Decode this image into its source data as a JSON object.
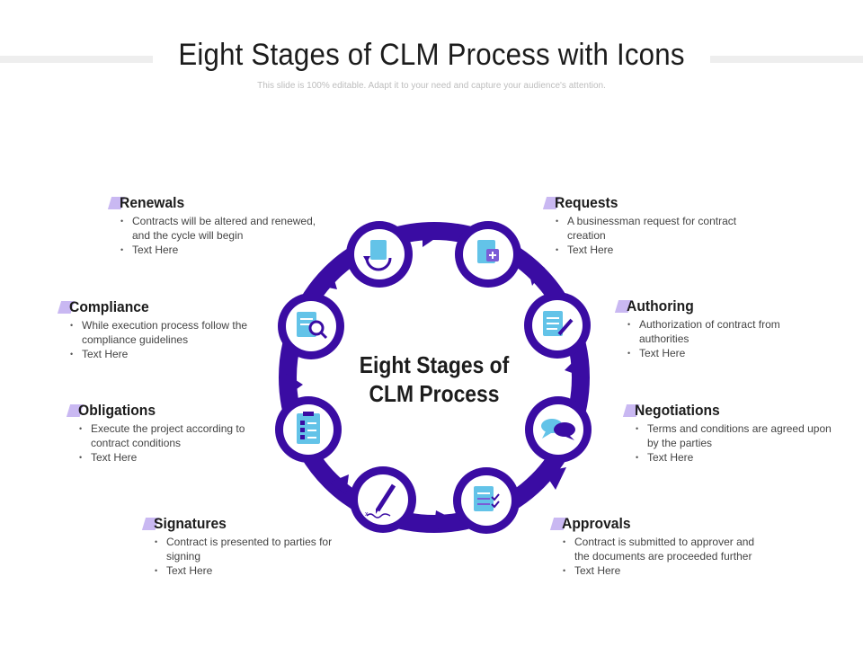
{
  "title": "Eight Stages of CLM Process with Icons",
  "subtitle": "This slide is 100% editable. Adapt it to your need and capture your audience's attention.",
  "center_label_line1": "Eight Stages of",
  "center_label_line2": "CLM Process",
  "colors": {
    "ring": "#3a0ca3",
    "ring_dark": "#2b0a7a",
    "accent_tab": "#c9b8f2",
    "icon_blue": "#63c3e8",
    "icon_purple": "#7b5cd6"
  },
  "stages": [
    {
      "key": "renewals",
      "title": "Renewals",
      "bullets": [
        "Contracts will be altered and renewed, and the cycle will begin",
        "Text Here"
      ],
      "icon": "document-refresh-icon"
    },
    {
      "key": "requests",
      "title": "Requests",
      "bullets": [
        "A businessman request for contract creation",
        "Text Here"
      ],
      "icon": "document-plus-icon"
    },
    {
      "key": "compliance",
      "title": "Compliance",
      "bullets": [
        "While execution process follow the compliance guidelines",
        "Text Here"
      ],
      "icon": "document-search-icon"
    },
    {
      "key": "authoring",
      "title": "Authoring",
      "bullets": [
        "Authorization of contract from authorities",
        "Text Here"
      ],
      "icon": "document-pen-icon"
    },
    {
      "key": "obligations",
      "title": "Obligations",
      "bullets": [
        "Execute the project according to contract conditions",
        "Text Here"
      ],
      "icon": "checklist-icon"
    },
    {
      "key": "negotiations",
      "title": "Negotiations",
      "bullets": [
        "Terms and conditions are agreed upon by the parties",
        "Text Here"
      ],
      "icon": "speech-bubbles-icon"
    },
    {
      "key": "signatures",
      "title": "Signatures",
      "bullets": [
        "Contract is presented to parties for signing",
        "Text Here"
      ],
      "icon": "pen-signature-icon"
    },
    {
      "key": "approvals",
      "title": "Approvals",
      "bullets": [
        "Contract is submitted to approver and the documents are proceeded further",
        "Text Here"
      ],
      "icon": "document-check-icon"
    }
  ]
}
